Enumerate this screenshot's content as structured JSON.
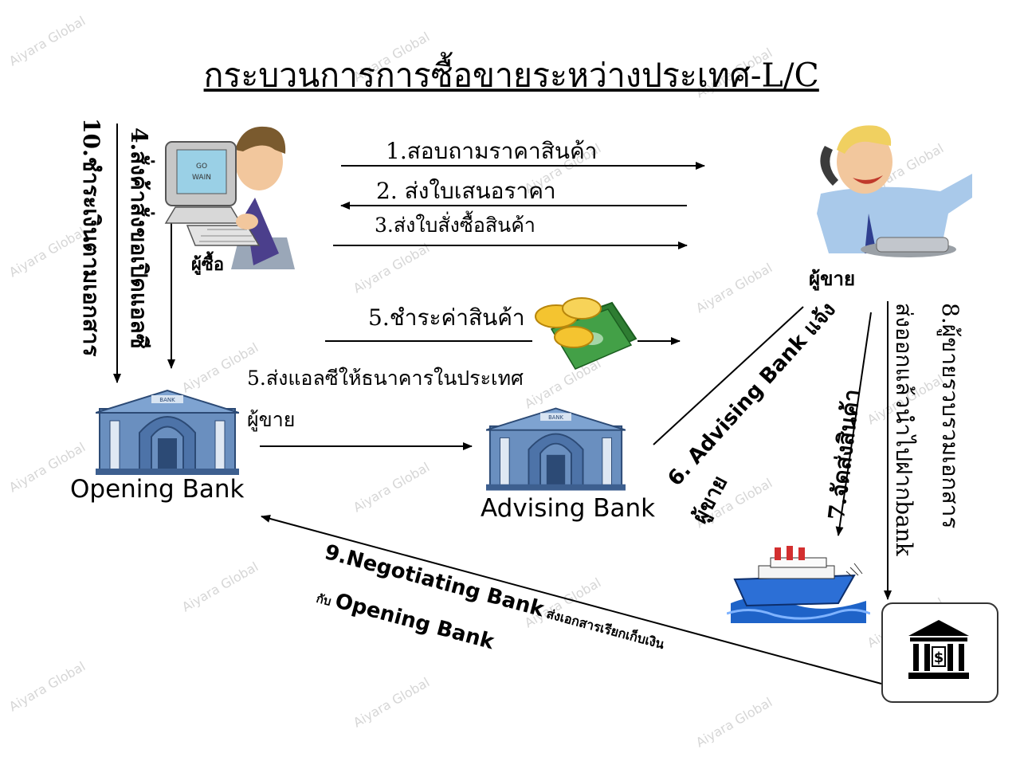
{
  "title": "กระบวนการการซื้อขายระหว่างประเทศ-L/C",
  "watermark": "Aiyara Global",
  "actors": {
    "buyer": "ผู้ซื้อ",
    "seller": "ผู้ขาย",
    "opening_bank": "Opening Bank",
    "advising_bank": "Advising Bank"
  },
  "steps": {
    "s1": "1.สอบถามราคาสินค้า",
    "s2": "2. ส่งใบเสนอราคา",
    "s3": "3.ส่งใบสั่งซื้อสินค้า",
    "s4": "4.สั่งค้าสั่งขอเปิดแอลซี",
    "s5_pay": "5.ชำระค่าสินค้า",
    "s5_lc_line1": "5.ส่งแอลซีให้ธนาคารในประเทศ",
    "s5_lc_line2": "ผู้ขาย",
    "s6_line1": "6. Advising Bank แจ้ง",
    "s6_line2": "ผู้ขาย",
    "s7": "7.จัดส่งสินค้า",
    "s8_line1": "8.ผู้ขายรวบรวมเอกสาร",
    "s8_line2": "ส่งออกแล้วนำไปฝากbank",
    "s9_line1_a": "9.Negotiating Bank",
    "s9_line1_b": "ส่งเอกสารเรียกเก็บเงิน",
    "s9_line2_a": "กับ",
    "s9_line2_b": "Opening Bank",
    "s10": "10.ชำระเงินตามเอกสาร"
  },
  "icons": {
    "buyer": "person-at-computer-icon",
    "seller": "person-on-phone-icon",
    "money": "money-coins-icon",
    "opening_bank": "bank-building-icon",
    "advising_bank": "bank-building-icon",
    "ship": "ship-icon",
    "negotiating_bank": "bank-dollar-icon"
  },
  "icon_labels": {
    "computer_screen_line1": "GO",
    "computer_screen_line2": "WAIN",
    "bank_sign": "BANK",
    "dollar": "$"
  }
}
